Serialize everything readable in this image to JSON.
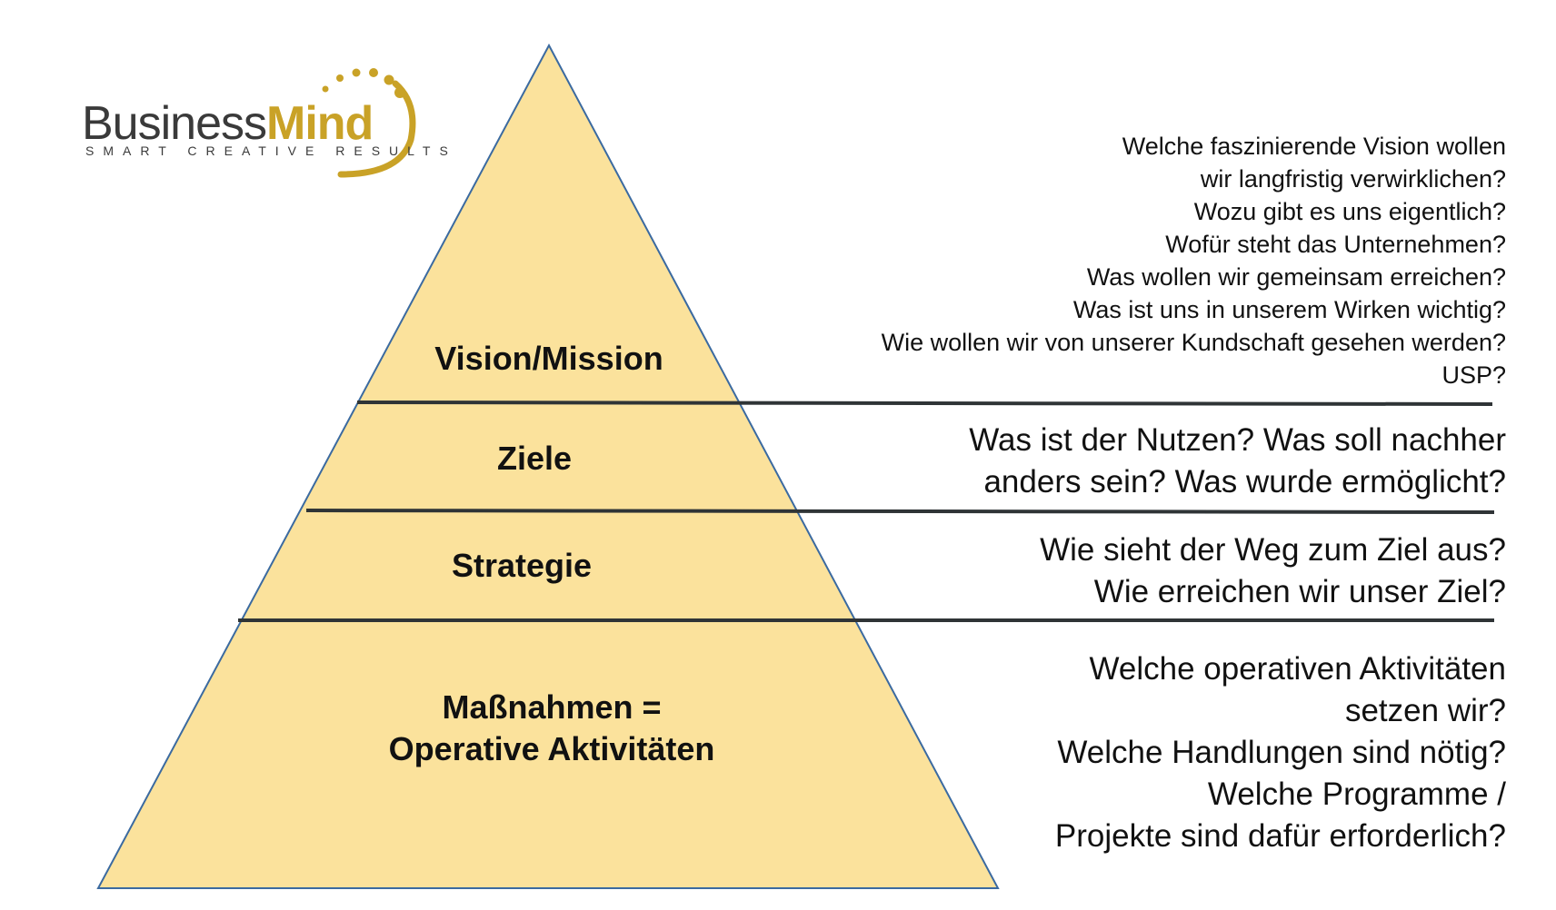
{
  "logo": {
    "word_part1": "Business",
    "word_part2": "Mind",
    "tagline": "SMART CREATIVE RESULTS",
    "colors": {
      "dark": "#3a3a3a",
      "gold": "#c9a227"
    }
  },
  "pyramid": {
    "fill_color": "#fbe29c",
    "edge_color": "#3b6aa0",
    "divider_color": "#2f3436",
    "levels": [
      {
        "label_lines": [
          "Vision/Mission"
        ],
        "questions": [
          "Welche faszinierende Vision wollen",
          "wir langfristig verwirklichen?",
          "Wozu gibt es uns eigentlich?",
          "Wofür steht das Unternehmen?",
          "Was wollen wir gemeinsam erreichen?",
          "Was ist uns in unserem Wirken wichtig?",
          "Wie wollen wir von unserer Kundschaft gesehen werden?",
          "USP?"
        ]
      },
      {
        "label_lines": [
          "Ziele"
        ],
        "questions": [
          "Was ist der Nutzen? Was soll nachher",
          "anders sein? Was wurde ermöglicht?"
        ]
      },
      {
        "label_lines": [
          "Strategie"
        ],
        "questions": [
          "Wie sieht der Weg zum Ziel aus?",
          "Wie erreichen wir unser Ziel?"
        ]
      },
      {
        "label_lines": [
          "Maßnahmen =",
          "Operative Aktivitäten"
        ],
        "questions": [
          "Welche operativen Aktivitäten",
          "setzen wir?",
          "Welche Handlungen sind nötig?",
          "Welche Programme /",
          "Projekte sind dafür erforderlich?"
        ]
      }
    ]
  }
}
